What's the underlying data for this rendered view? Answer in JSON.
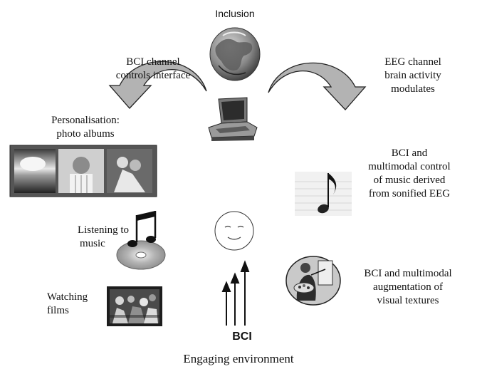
{
  "labels": {
    "inclusion": "Inclusion",
    "bci_channel": [
      "BCI channel",
      "controls interface"
    ],
    "eeg_channel": [
      "EEG channel",
      "brain activity",
      "modulates"
    ],
    "personalisation": [
      "Personalisation:",
      "photo albums"
    ],
    "bci_music": [
      "BCI and",
      "multimodal control",
      "of music derived",
      "from sonified EEG"
    ],
    "listening": [
      "Listening to",
      "music"
    ],
    "watching": [
      "Watching",
      "films"
    ],
    "bci_visual": [
      "BCI and multimodal",
      "augmentation of",
      "visual textures"
    ],
    "bci": "BCI",
    "footer": "Engaging environment"
  },
  "icons": [
    "globe-icon",
    "laptop-icon",
    "face-icon",
    "music-note-icon",
    "cd-music-icon",
    "film-still-icon",
    "painter-icon",
    "photo-album-icon",
    "up-arrows-icon",
    "curved-arrow-left-icon",
    "curved-arrow-right-icon"
  ]
}
